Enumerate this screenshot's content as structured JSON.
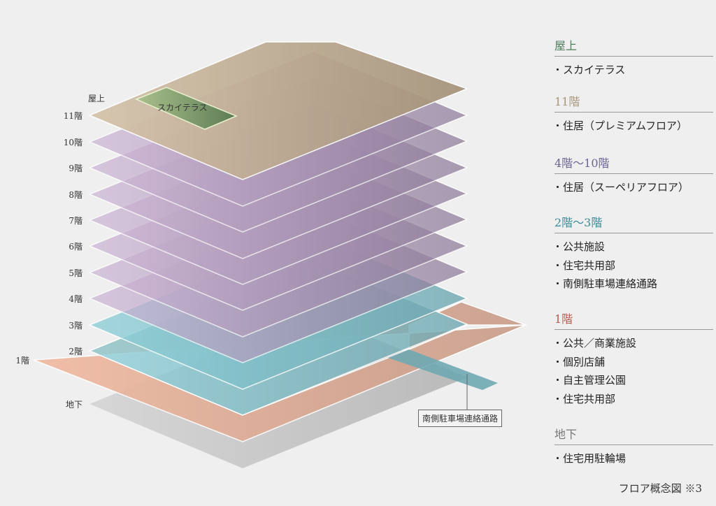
{
  "diagram": {
    "floor_labels": {
      "rooftop": "屋上",
      "f11": "11階",
      "f10": "10階",
      "f9": "9階",
      "f8": "8階",
      "f7": "7階",
      "f6": "6階",
      "f5": "5階",
      "f4": "4階",
      "f3": "3階",
      "f2": "2階",
      "f1": "1階",
      "basement": "地下"
    },
    "sky_terrace_label": "スカイテラス",
    "passage_label": "南側駐車場連絡通路"
  },
  "legend": [
    {
      "heading": "屋上",
      "color": "#4f7d5f",
      "items": [
        "・スカイテラス"
      ]
    },
    {
      "heading": "11階",
      "color": "#a8977a",
      "items": [
        "・住居（プレミアムフロア）"
      ]
    },
    {
      "heading": "4階〜10階",
      "color": "#6e6492",
      "items": [
        "・住居（スーペリアフロア）"
      ]
    },
    {
      "heading": "2階〜3階",
      "color": "#3b8a98",
      "items": [
        "・公共施設",
        "・住宅共用部",
        "・南側駐車場連絡通路"
      ]
    },
    {
      "heading": "1階",
      "color": "#b35e4e",
      "items": [
        "・公共／商業施設",
        "・個別店舗",
        "・自主管理公園",
        "・住宅共用部"
      ]
    },
    {
      "heading": "地下",
      "color": "#777777",
      "items": [
        "・住宅用駐輪場"
      ]
    }
  ],
  "caption": "フロア概念図 ※3"
}
